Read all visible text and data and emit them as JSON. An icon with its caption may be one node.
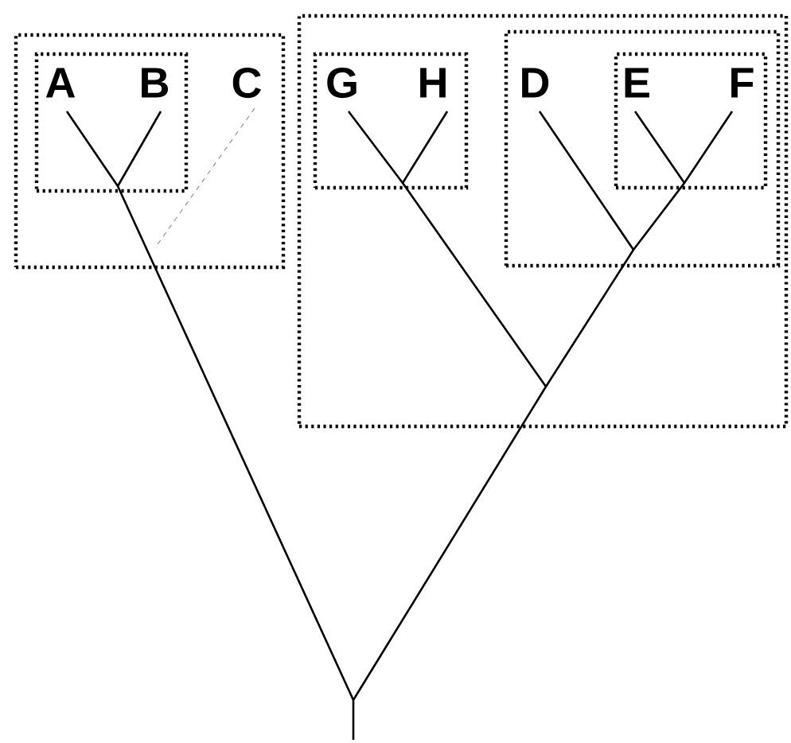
{
  "diagram": {
    "nodes": [
      {
        "text": [],
        "shape": "box"
      },
      {
        "text": [],
        "shape": "box",
        "in": 0
      },
      {
        "text": [
          "A"
        ],
        "in": 1
      },
      {
        "text": [
          "B"
        ],
        "in": 1
      },
      {
        "text": [
          "C"
        ],
        "in": 0
      },
      {
        "text": [],
        "shape": "box"
      },
      {
        "text": [],
        "shape": "box",
        "in": 5
      },
      {
        "text": [
          "G"
        ],
        "in": 6
      },
      {
        "text": [
          "H"
        ],
        "in": 6
      },
      {
        "text": [],
        "shape": "box",
        "in": 5
      },
      {
        "text": [
          "D"
        ],
        "in": 9
      },
      {
        "text": [],
        "shape": "box",
        "in": 9
      },
      {
        "text": [
          "E"
        ],
        "in": 11
      },
      {
        "text": [
          "F"
        ],
        "in": 11
      }
    ]
  }
}
